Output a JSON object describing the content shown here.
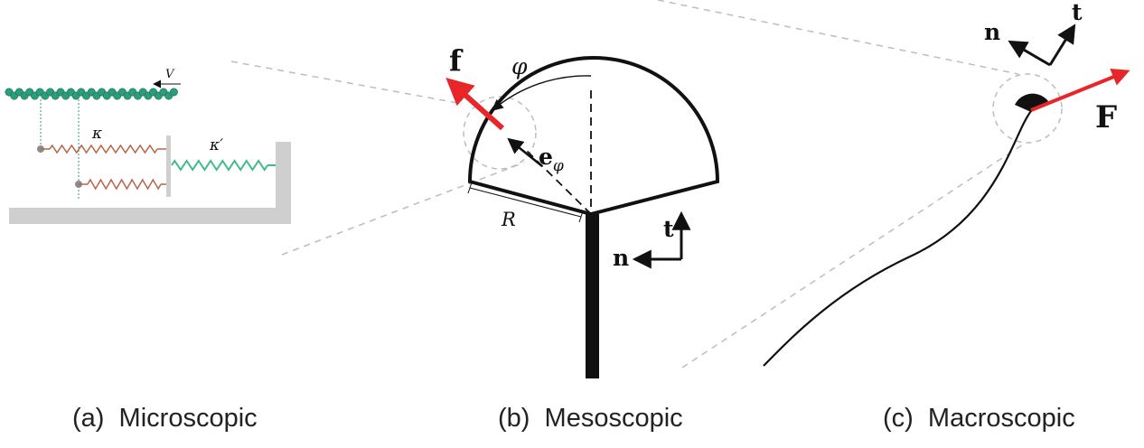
{
  "panels": {
    "a": {
      "caption": "(a)  Microscopic",
      "labels": {
        "velocity": "V",
        "kappa": "κ",
        "kappa_prime": "κ′"
      }
    },
    "b": {
      "caption": "(b)  Mesoscopic",
      "labels": {
        "force": "f",
        "angle": "φ",
        "unit_vector_base": "e",
        "unit_vector_sub": "φ",
        "radius": "R",
        "tangent": "t",
        "normal": "n"
      }
    },
    "c": {
      "caption": "(c)  Macroscopic",
      "labels": {
        "normal": "n",
        "tangent": "t",
        "force": "F"
      }
    }
  },
  "colors": {
    "force_arrow": "#e8262a",
    "filament": "#2a9d7a",
    "spring_attached": "#b5654a",
    "spring_elastic": "#3dbb8a",
    "wall": "#cfcfcf",
    "outline": "#111111",
    "guide": "#bdbdbd"
  }
}
